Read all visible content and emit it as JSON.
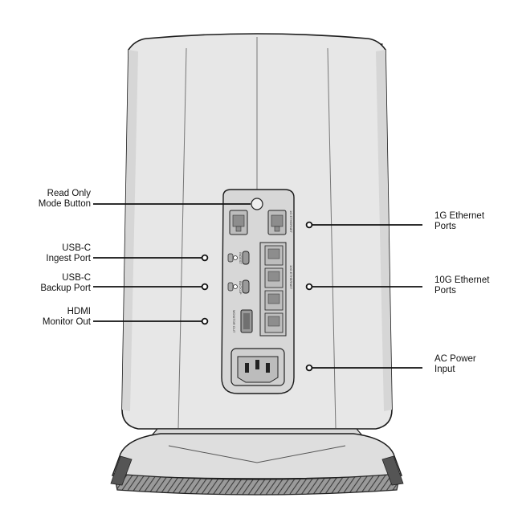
{
  "callouts": {
    "read_only_mode_button": {
      "lines": [
        "Read Only",
        "Mode Button"
      ],
      "icon": "round-button"
    },
    "usb_c_ingest_port": {
      "lines": [
        "USB-C",
        "Ingest Port"
      ],
      "icon": "usb-c-port"
    },
    "usb_c_backup_port": {
      "lines": [
        "USB-C",
        "Backup Port"
      ],
      "icon": "usb-c-port"
    },
    "hdmi_monitor_out": {
      "lines": [
        "HDMI",
        "Monitor Out"
      ],
      "icon": "hdmi-port"
    },
    "ethernet_1g_ports": {
      "lines": [
        "1G Ethernet",
        "Ports"
      ],
      "icon": "rj45-port"
    },
    "ethernet_10g_ports": {
      "lines": [
        "10G Ethernet",
        "Ports"
      ],
      "icon": "rj45-port"
    },
    "ac_power_input": {
      "lines": [
        "AC Power",
        "Input"
      ],
      "icon": "iec-c14-inlet"
    }
  },
  "panel_markings": {
    "ingest": "INGEST",
    "backup": "BACKUP",
    "monitor_out": "MONITOR OUT",
    "ethernet_1g": "1G ETHERNET",
    "ethernet_10g": "10G ETHERNET"
  },
  "colors": {
    "line": "#111111",
    "body_fill": "#e6e6e6",
    "panel_fill": "#d4d4d4",
    "port_fill": "#bdbdbd",
    "dark_trim": "#505050"
  }
}
